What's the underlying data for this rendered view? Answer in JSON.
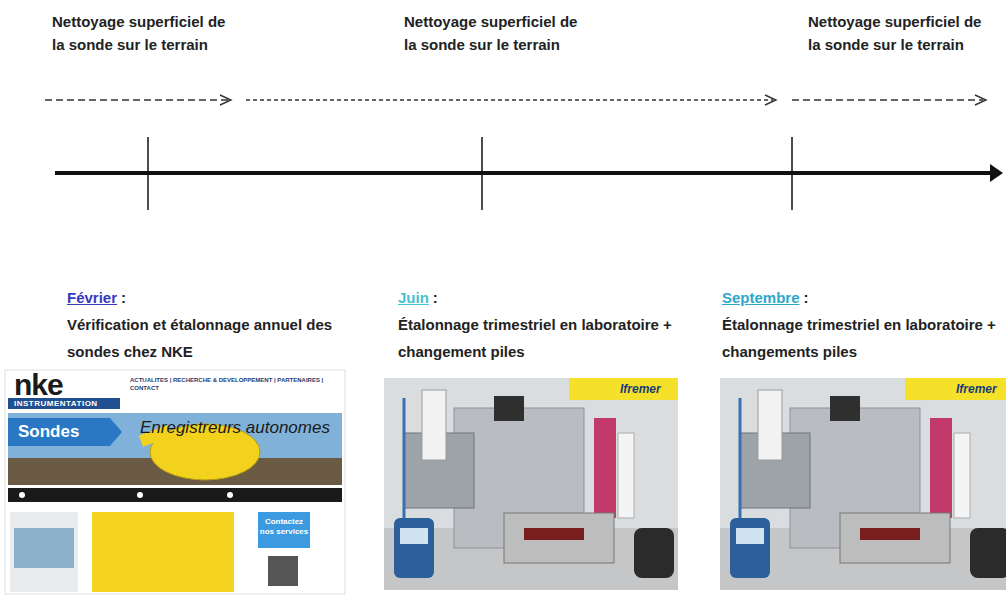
{
  "diagram": {
    "labels": [
      "Nettoyage superficiel de la sonde sur le terrain",
      "Nettoyage superficiel de la sonde sur le terrain",
      "Nettoyage superficiel de la sonde sur le terrain",
      "Février",
      ":",
      "Vérification et étalonnage annuel des sondes chez NKE",
      "Juin",
      ":",
      "Étalonnage trimestriel en laboratoire + changement piles",
      "Septembre",
      ":",
      "Étalonnage trimestriel en laboratoire + changements piles",
      "nke",
      "INSTRUMENTATION",
      "ACTUALITES | RECHERCHE & DEVELOPPEMENT | PARTENAIRES | CONTACT",
      "Sondes",
      "Enregistreurs autonomes",
      "Contactez nos services",
      "Ifremer",
      "Ifremer"
    ]
  }
}
